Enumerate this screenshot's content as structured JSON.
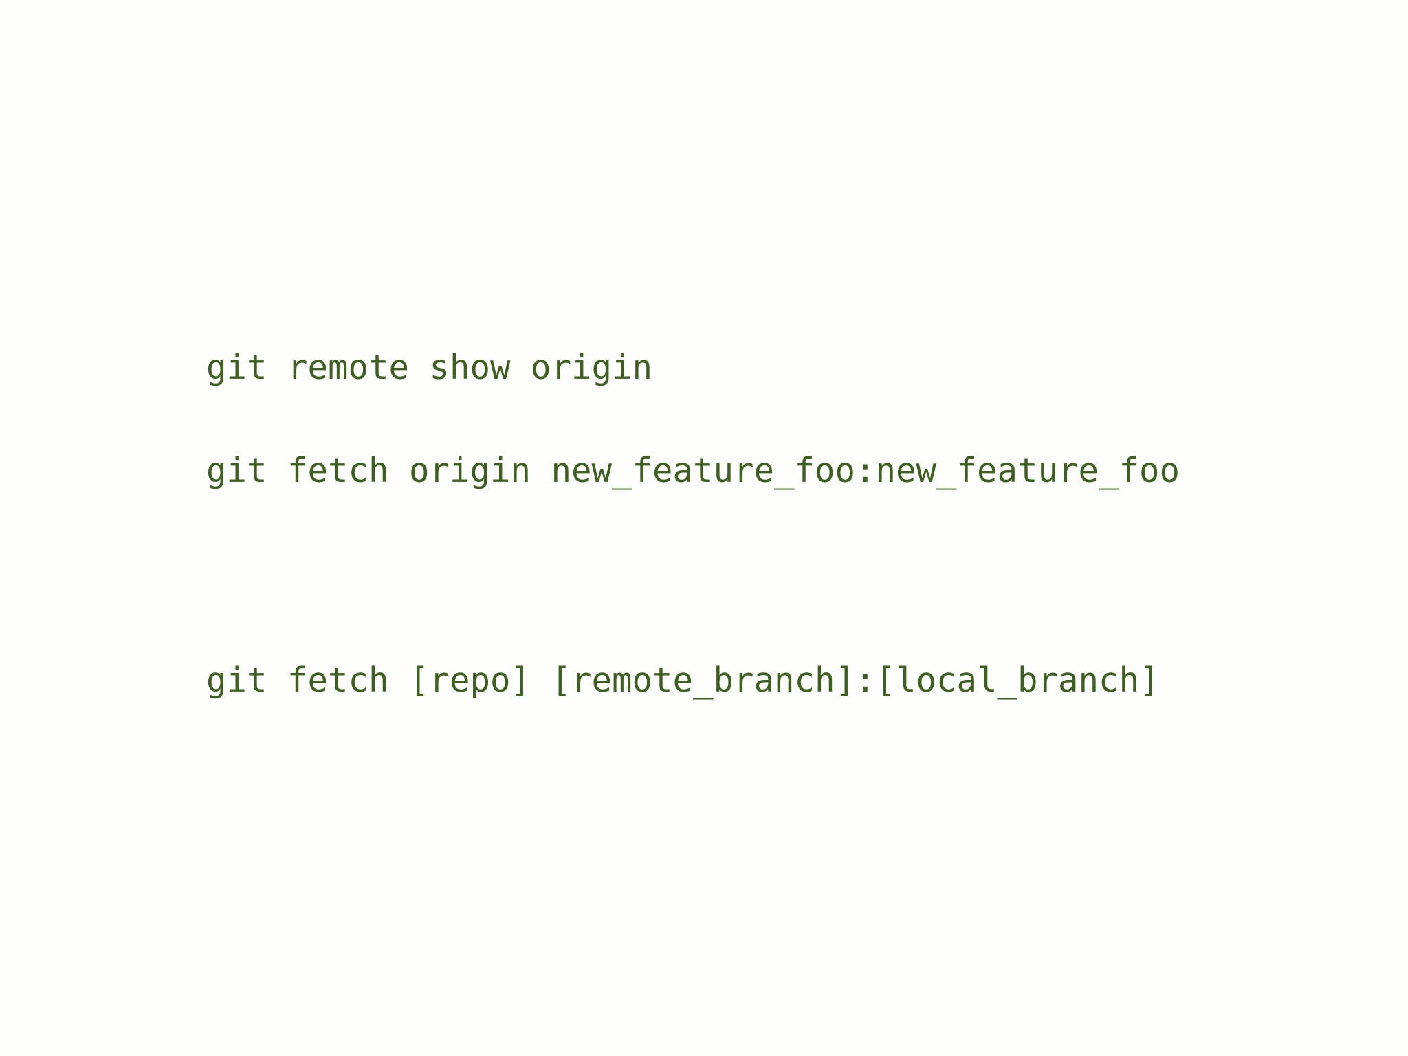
{
  "slide": {
    "background_color": "#fefefd",
    "panel_tint_color": "#fdfdfc",
    "text_color": "#3d6020"
  },
  "code": {
    "language": "shell",
    "lines": [
      {
        "index": 1,
        "text": "git remote show origin",
        "command": "git",
        "subcommand": "remote"
      },
      {
        "index": 2,
        "text": "git fetch origin new_feature_foo:new_feature_foo",
        "command": "git",
        "subcommand": "fetch"
      },
      {
        "index": 3,
        "text": "git fetch [repo] [remote_branch]:[local_branch]",
        "command": "git",
        "subcommand": "fetch"
      }
    ]
  }
}
